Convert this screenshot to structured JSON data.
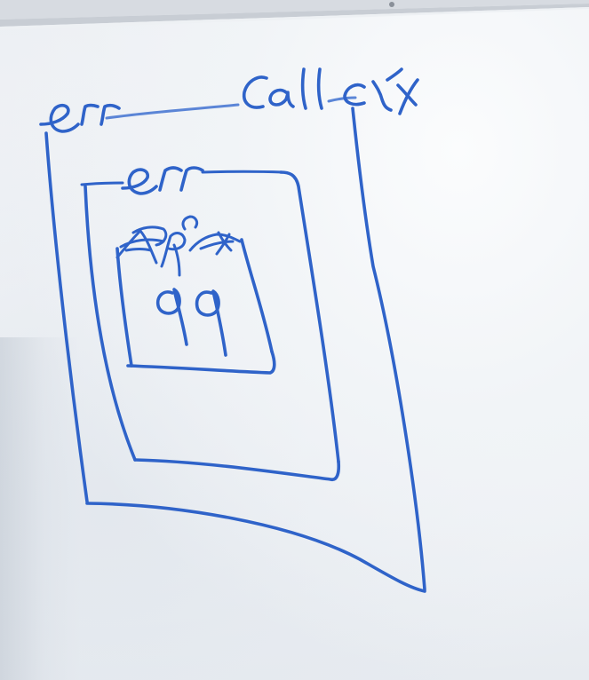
{
  "scene": {
    "type": "whiteboard-photo",
    "ink_color": "#2f63c9",
    "board_color": "#eef1f5",
    "rail_color": "#d9dde3"
  },
  "handwriting": {
    "outer_label_left": "err",
    "outer_label_right": "Call ctx",
    "middle_label": "err",
    "inner_label_scribble": "App Ctx",
    "inner_value": "99"
  }
}
